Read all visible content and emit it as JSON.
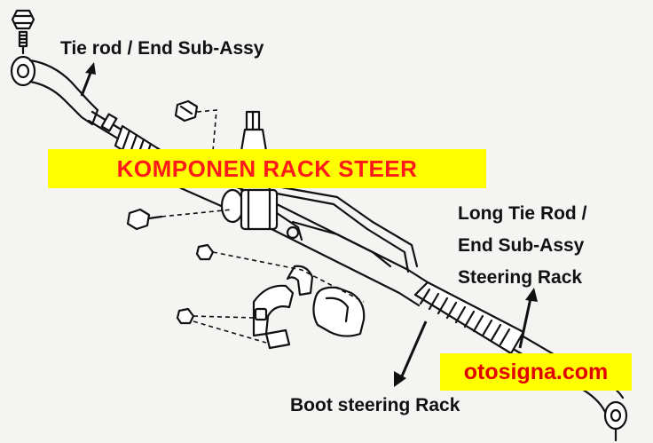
{
  "banner": {
    "title": "KOMPONEN RACK STEER"
  },
  "labels": {
    "tie_rod": "Tie rod / End Sub-Assy",
    "long_tie_rod_line1": "Long Tie Rod /",
    "long_tie_rod_line2": "End Sub-Assy",
    "steering_rack": "Steering Rack",
    "boot": "Boot steering Rack"
  },
  "watermark": {
    "text": "otosigna.com"
  },
  "colors": {
    "banner_background": "#ffff00",
    "banner_text": "#ff1a1a",
    "watermark_background": "#ffff00",
    "watermark_text": "#e00000",
    "line_art": "#111111"
  }
}
